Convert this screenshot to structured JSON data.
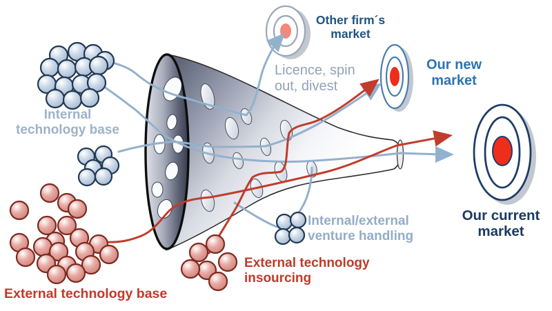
{
  "diagram": {
    "labels": {
      "internal_technology_base": "Internal technology base",
      "external_technology_base": "External technology base",
      "external_technology_insourcing": "External technology insourcing",
      "internal_external_venture_handling": "Internal/external venture handling",
      "licence_spin_out_divest": "Licence, spin out, divest",
      "other_firms_market": "Other firm´s market",
      "our_new_market": "Our new market",
      "our_current_market": "Our current market"
    },
    "colors": {
      "blue_flow": "#92b1cc",
      "red_flow": "#c23b2c",
      "internal_label_blue": "#9db2c7",
      "venture_label_blue": "#93adc7",
      "external_label_red": "#c0392b",
      "licence_label_gray": "#93a2b4",
      "other_market_blue": "#1f5380",
      "new_market_blue": "#2d73b2",
      "current_market_navy": "#1a3a63",
      "target_red": "#ee2d1b",
      "target_salmon": "#f0897a"
    }
  }
}
